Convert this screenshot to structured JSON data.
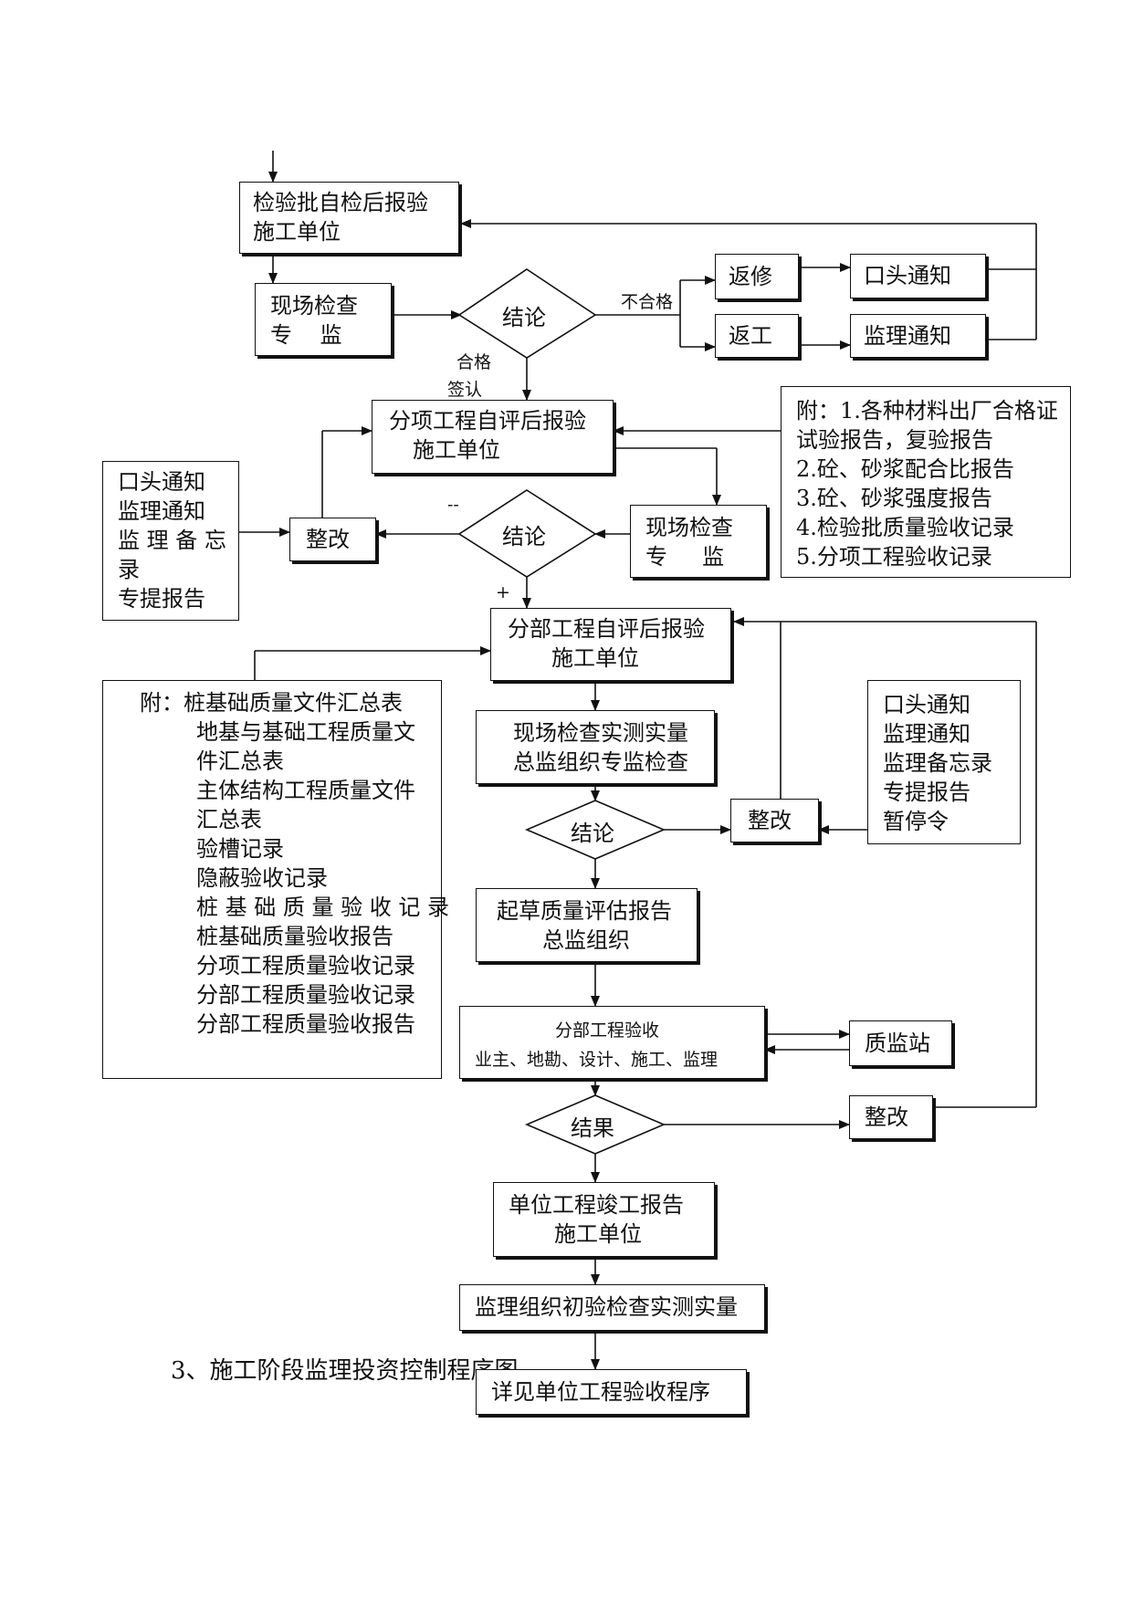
{
  "boxes": {
    "b1": [
      "检验批自检后报验",
      "施工单位"
    ],
    "b2": [
      "现场检查",
      "专    监"
    ],
    "b3": [
      "返修"
    ],
    "b4": [
      "返工"
    ],
    "b5": [
      "口头通知"
    ],
    "b6": [
      "监理通知"
    ],
    "b7": [
      "分项工程自评后报验",
      "施工单位"
    ],
    "b8": [
      "现场检查",
      "专     监"
    ],
    "b9": [
      "整改"
    ],
    "b10": [
      "口头通知",
      "监理通知",
      "监 理 备 忘",
      "录",
      "专提报告"
    ],
    "b11": [
      "附：1.各种材料出厂合格证",
      "试验报告，复验报告",
      "2.砼、砂浆配合比报告",
      "3.砼、砂浆强度报告",
      "4.检验批质量验收记录",
      "5.分项工程验收记录"
    ],
    "b12": [
      "分部工程自评后报验",
      "施工单位"
    ],
    "b13": [
      "现场检查实测实量",
      "总监组织专监检查"
    ],
    "b14": [
      "整改"
    ],
    "b15": [
      "口头通知",
      "监理通知",
      "监理备忘录",
      "专提报告",
      "暂停令"
    ],
    "b16": [
      "附：桩基础质量文件汇总表",
      "地基与基础工程质量文",
      "件汇总表",
      "主体结构工程质量文件",
      "汇总表",
      "验槽记录",
      "隐蔽验收记录",
      "桩 基 础 质 量 验 收 记 录",
      "桩基础质量验收报告",
      "分项工程质量验收记录",
      "分部工程质量验收记录",
      "分部工程质量验收报告"
    ],
    "b17": [
      "起草质量评估报告",
      "总监组织"
    ],
    "b18": [
      "分部工程验收",
      "业主、地勘、设计、施工、监理"
    ],
    "b19": [
      "质监站"
    ],
    "b20": [
      "整改"
    ],
    "b21": [
      "单位工程竣工报告",
      "施工单位"
    ],
    "b22": [
      "监理组织初验检查实测实量"
    ],
    "b23": [
      "详见单位工程验收程序"
    ]
  },
  "diamonds": {
    "d1": "结论",
    "d2": "结论",
    "d3": "结论",
    "d4": "结果"
  },
  "labels": {
    "unqualified": "不合格",
    "qualified": "合格",
    "signed": "签认",
    "minus": "--",
    "plus": "+"
  },
  "caption": "3、施工阶段监理投资控制程序图"
}
